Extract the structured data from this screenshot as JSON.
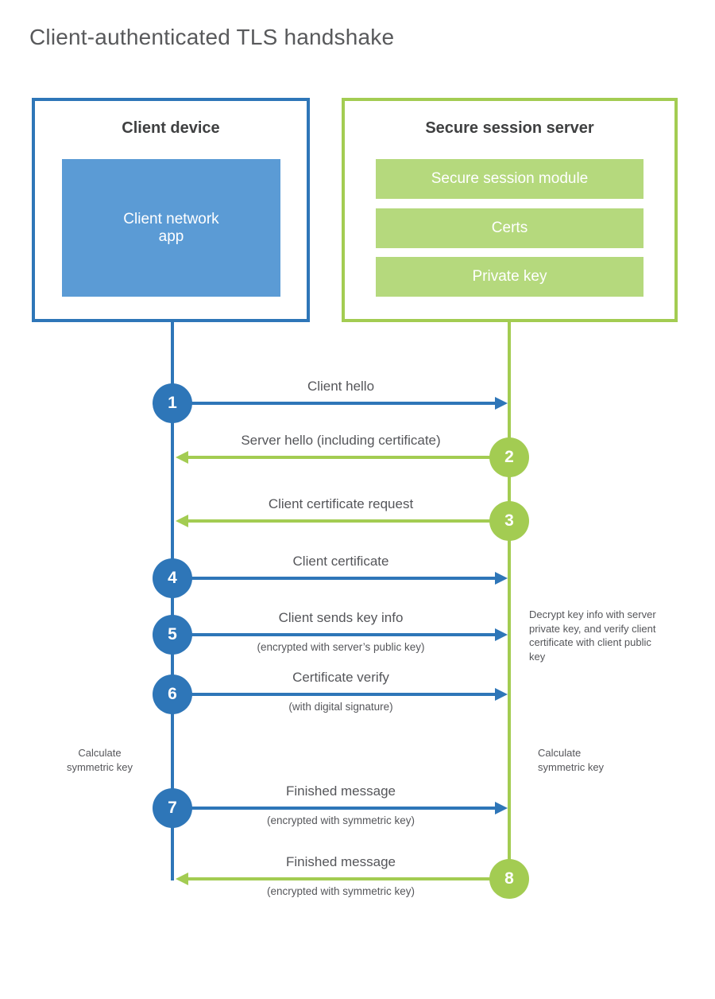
{
  "title": "Client-authenticated TLS handshake",
  "colors": {
    "blue": "#2e76b8",
    "blue_light": "#5b9bd5",
    "green": "#a3cc52",
    "green_light": "#b5d97d",
    "title_gray": "#58595b",
    "heading_gray": "#3f4041",
    "label_gray": "#55565a"
  },
  "client": {
    "title": "Client device",
    "app_label": "Client network\napp"
  },
  "server": {
    "title": "Secure session server",
    "modules": [
      {
        "label": "Secure session module"
      },
      {
        "label": "Certs"
      },
      {
        "label": "Private key"
      }
    ]
  },
  "steps": [
    {
      "num": "1",
      "from": "client",
      "label": "Client hello",
      "sub": ""
    },
    {
      "num": "2",
      "from": "server",
      "label": "Server hello (including certificate)",
      "sub": ""
    },
    {
      "num": "3",
      "from": "server",
      "label": "Client certificate request",
      "sub": ""
    },
    {
      "num": "4",
      "from": "client",
      "label": "Client certificate",
      "sub": ""
    },
    {
      "num": "5",
      "from": "client",
      "label": "Client sends key info",
      "sub": "(encrypted with server’s public key)"
    },
    {
      "num": "6",
      "from": "client",
      "label": "Certificate verify",
      "sub": "(with digital signature)"
    },
    {
      "num": "7",
      "from": "client",
      "label": "Finished message",
      "sub": "(encrypted with symmetric key)"
    },
    {
      "num": "8",
      "from": "server",
      "label": "Finished message",
      "sub": "(encrypted with symmetric key)"
    }
  ],
  "notes": {
    "decrypt": "Decrypt key info with server private key, and verify client certificate with client public key",
    "calc_left": "Calculate\nsymmetric key",
    "calc_right": "Calculate\nsymmetric key"
  }
}
